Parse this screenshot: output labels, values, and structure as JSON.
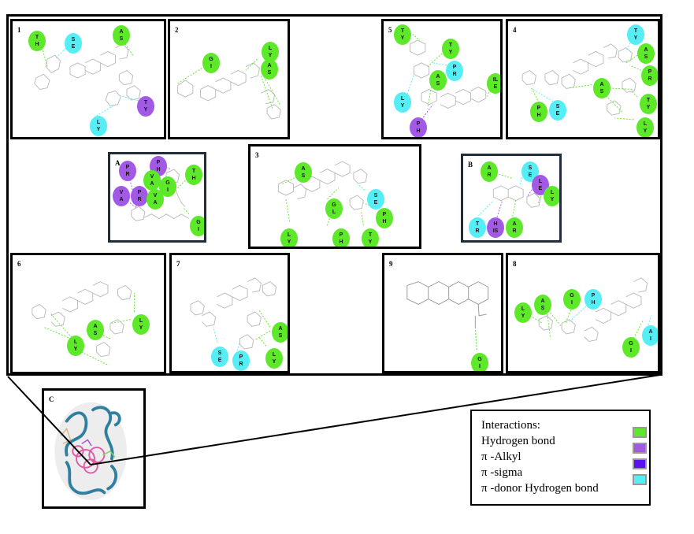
{
  "colors": {
    "hydrogen_bond": "#5ee82a",
    "pi_alkyl": "#a259e6",
    "pi_sigma": "#5a12f2",
    "pi_donor_hydrogen_bond": "#55eef5"
  },
  "panels": [
    {
      "id": "1",
      "label": "1",
      "residues": [
        {
          "text": [
            "T",
            "H"
          ],
          "type": "hb"
        },
        {
          "text": [
            "S",
            "E"
          ],
          "type": "pd"
        },
        {
          "text": [
            "A",
            "S"
          ],
          "type": "hb"
        },
        {
          "text": [
            "T",
            "Y"
          ],
          "type": "pa"
        },
        {
          "text": [
            "L",
            "Y"
          ],
          "type": "pd"
        }
      ]
    },
    {
      "id": "2",
      "label": "2",
      "residues": [
        {
          "text": [
            "G",
            "I"
          ],
          "type": "hb"
        },
        {
          "text": [
            "L",
            "Y"
          ],
          "type": "hb"
        },
        {
          "text": [
            "A",
            "S"
          ],
          "type": "hb"
        }
      ]
    },
    {
      "id": "5",
      "label": "5",
      "residues": [
        {
          "text": [
            "T",
            "Y"
          ],
          "type": "hb"
        },
        {
          "text": [
            "T",
            "Y"
          ],
          "type": "hb"
        },
        {
          "text": [
            "P",
            "R"
          ],
          "type": "pd"
        },
        {
          "text": [
            "A",
            "S"
          ],
          "type": "hb"
        },
        {
          "text": [
            "IL",
            "E"
          ],
          "type": "hb"
        },
        {
          "text": [
            "L",
            "Y"
          ],
          "type": "pd"
        },
        {
          "text": [
            "P",
            "H"
          ],
          "type": "pa"
        }
      ]
    },
    {
      "id": "4",
      "label": "4",
      "residues": [
        {
          "text": [
            "T",
            "Y"
          ],
          "type": "pd"
        },
        {
          "text": [
            "A",
            "S"
          ],
          "type": "hb"
        },
        {
          "text": [
            "P",
            "R"
          ],
          "type": "hb"
        },
        {
          "text": [
            "A",
            "S"
          ],
          "type": "hb"
        },
        {
          "text": [
            "T",
            "Y"
          ],
          "type": "hb"
        },
        {
          "text": [
            "P",
            "H"
          ],
          "type": "hb"
        },
        {
          "text": [
            "S",
            "E"
          ],
          "type": "pd"
        },
        {
          "text": [
            "L",
            "Y"
          ],
          "type": "hb"
        }
      ]
    },
    {
      "id": "A",
      "label": "A",
      "residues": [
        {
          "text": [
            "P",
            "R"
          ],
          "type": "pa"
        },
        {
          "text": [
            "P",
            "H"
          ],
          "type": "pa"
        },
        {
          "text": [
            "V",
            "A"
          ],
          "type": "hb"
        },
        {
          "text": [
            "G",
            "I"
          ],
          "type": "hb"
        },
        {
          "text": [
            "T",
            "H"
          ],
          "type": "hb"
        },
        {
          "text": [
            "V",
            "A"
          ],
          "type": "pa"
        },
        {
          "text": [
            "P",
            "R"
          ],
          "type": "pa"
        },
        {
          "text": [
            "V",
            "A"
          ],
          "type": "hb"
        },
        {
          "text": [
            "G",
            "I"
          ],
          "type": "hb"
        }
      ]
    },
    {
      "id": "3",
      "label": "3",
      "residues": [
        {
          "text": [
            "A",
            "S"
          ],
          "type": "hb"
        },
        {
          "text": [
            "S",
            "E"
          ],
          "type": "pd"
        },
        {
          "text": [
            "G",
            "L"
          ],
          "type": "hb"
        },
        {
          "text": [
            "P",
            "H"
          ],
          "type": "hb"
        },
        {
          "text": [
            "L",
            "Y"
          ],
          "type": "hb"
        },
        {
          "text": [
            "P",
            "H"
          ],
          "type": "hb"
        },
        {
          "text": [
            "T",
            "Y"
          ],
          "type": "hb"
        }
      ]
    },
    {
      "id": "B",
      "label": "B",
      "residues": [
        {
          "text": [
            "A",
            "R"
          ],
          "type": "hb"
        },
        {
          "text": [
            "S",
            "E"
          ],
          "type": "pd"
        },
        {
          "text": [
            "L",
            "E"
          ],
          "type": "pa"
        },
        {
          "text": [
            "L",
            "Y"
          ],
          "type": "hb"
        },
        {
          "text": [
            "T",
            "R"
          ],
          "type": "pd"
        },
        {
          "text": [
            "H",
            "IS"
          ],
          "type": "pa"
        },
        {
          "text": [
            "A",
            "R"
          ],
          "type": "hb"
        }
      ]
    },
    {
      "id": "6",
      "label": "6",
      "residues": [
        {
          "text": [
            "A",
            "S"
          ],
          "type": "hb"
        },
        {
          "text": [
            "L",
            "Y"
          ],
          "type": "hb"
        },
        {
          "text": [
            "L",
            "Y"
          ],
          "type": "hb"
        }
      ]
    },
    {
      "id": "7",
      "label": "7",
      "residues": [
        {
          "text": [
            "A",
            "S"
          ],
          "type": "hb"
        },
        {
          "text": [
            "S",
            "E"
          ],
          "type": "pd"
        },
        {
          "text": [
            "P",
            "R"
          ],
          "type": "pd"
        },
        {
          "text": [
            "L",
            "Y"
          ],
          "type": "hb"
        }
      ]
    },
    {
      "id": "9",
      "label": "9",
      "residues": [
        {
          "text": [
            "G",
            "I"
          ],
          "type": "hb"
        }
      ]
    },
    {
      "id": "8",
      "label": "8",
      "residues": [
        {
          "text": [
            "L",
            "Y"
          ],
          "type": "hb"
        },
        {
          "text": [
            "A",
            "S"
          ],
          "type": "hb"
        },
        {
          "text": [
            "G",
            "I"
          ],
          "type": "hb"
        },
        {
          "text": [
            "P",
            "H"
          ],
          "type": "pd"
        },
        {
          "text": [
            "A",
            "I"
          ],
          "type": "pd"
        },
        {
          "text": [
            "G",
            "I"
          ],
          "type": "hb"
        }
      ]
    }
  ],
  "protein_panel": {
    "label": "C"
  },
  "legend": {
    "title": "Interactions:",
    "items": [
      {
        "label": "Hydrogen bond",
        "color": "#5ee82a"
      },
      {
        "label": "π -Alkyl",
        "color": "#a259e6"
      },
      {
        "label": "π -sigma",
        "color": "#5a12f2"
      },
      {
        "label": "π -donor Hydrogen bond",
        "color": "#55eef5"
      }
    ]
  }
}
